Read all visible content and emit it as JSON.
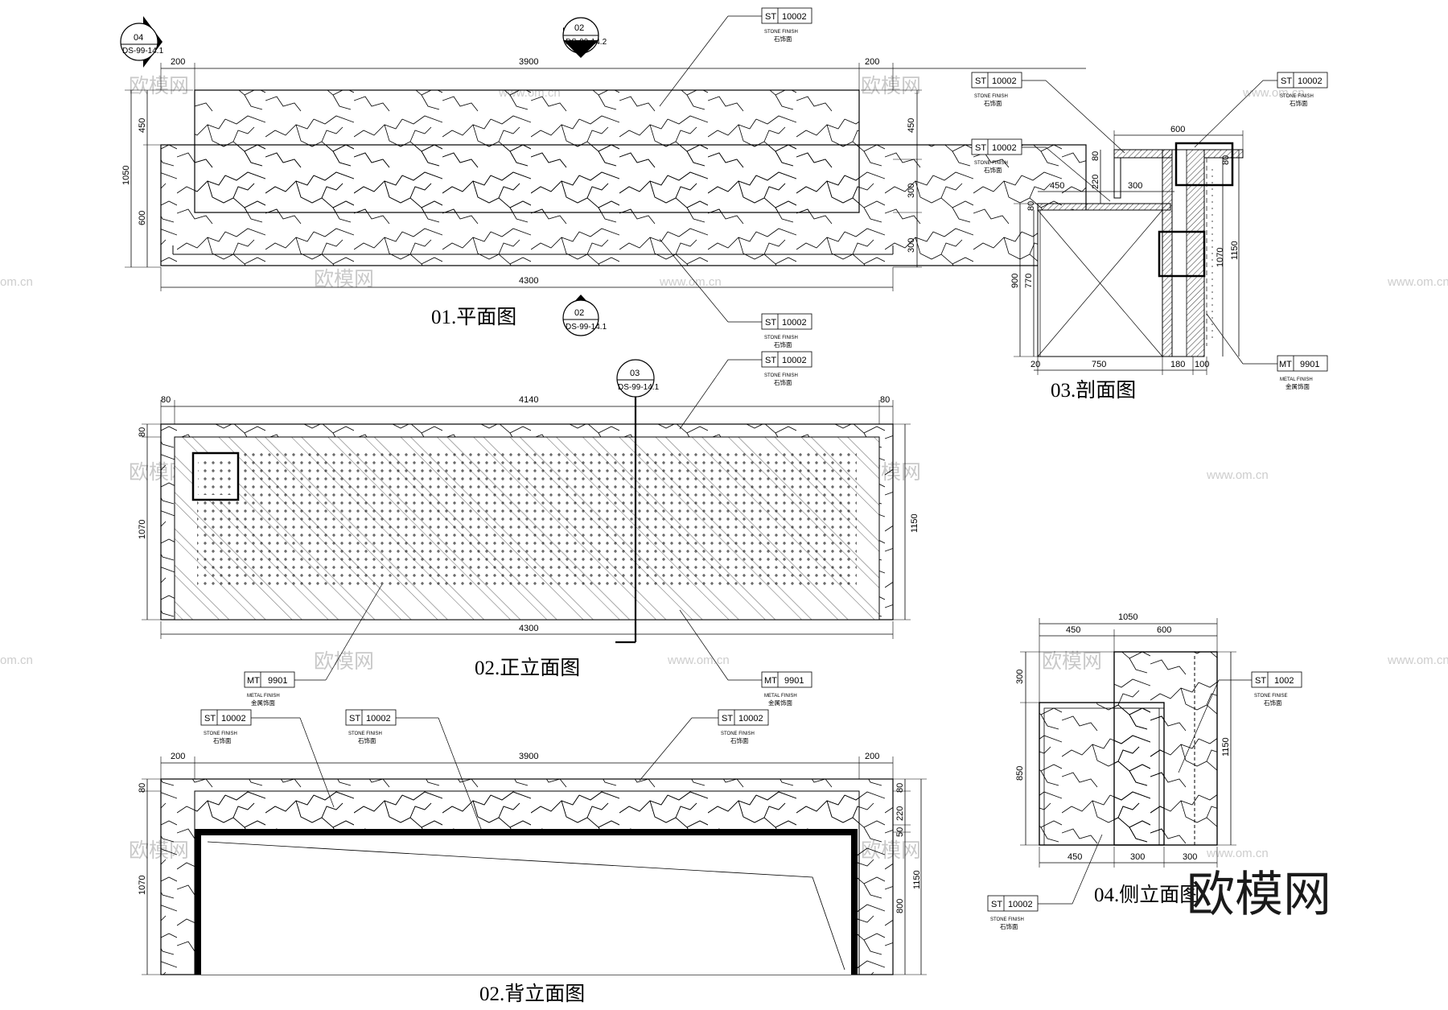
{
  "views": {
    "plan": {
      "title": "01.平面图",
      "dims": {
        "top_l": "200",
        "top_m": "3900",
        "top_r": "200",
        "bottom": "4300",
        "left_total": "1050",
        "left_top": "450",
        "left_bot": "600",
        "right_1": "450",
        "right_2": "300",
        "right_3": "300"
      }
    },
    "front": {
      "title": "02.正立面图",
      "dims": {
        "top_l": "80",
        "top_m": "4140",
        "top_r": "80",
        "bottom": "4300",
        "left_top": "80",
        "left": "1070",
        "right": "1150"
      }
    },
    "back": {
      "title": "02.背立面图",
      "dims": {
        "top_l": "200",
        "top_m": "3900",
        "top_r": "200",
        "left_top": "80",
        "left": "1070",
        "r_80": "80",
        "r_220": "220",
        "r_50": "50",
        "r_800": "800",
        "r_1150": "1150"
      }
    },
    "section": {
      "title": "03.剖面图",
      "dims": {
        "top": "600",
        "d450": "450",
        "d300": "300",
        "d220": "220",
        "d80a": "80",
        "d80b": "80",
        "d80c": "80",
        "d900": "900",
        "d770": "770",
        "d1070": "1070",
        "d1150": "1150",
        "b20": "20",
        "b750": "750",
        "b180": "180",
        "b100": "100"
      }
    },
    "side": {
      "title": "04.侧立面图",
      "dims": {
        "top": "1050",
        "t450": "450",
        "t600": "600",
        "l300": "300",
        "l850": "850",
        "r1150": "1150",
        "b450": "450",
        "b300a": "300",
        "b300b": "300"
      }
    }
  },
  "callouts": {
    "c02_plan_top": {
      "num": "02",
      "ref": "DS-99-14.2"
    },
    "c04_plan": {
      "num": "04",
      "ref": "DS-99-14.1"
    },
    "c02_plan_bottom": {
      "num": "02",
      "ref": "DS-99-14.1"
    },
    "c03_front": {
      "num": "03",
      "ref": "DS-99-14.1"
    }
  },
  "tags": {
    "stone": {
      "code": "ST",
      "num": "10002",
      "en": "STONE FINISH",
      "cn": "石饰面"
    },
    "stone_short": {
      "code": "ST",
      "num": "1002",
      "en": "STONE FINISE",
      "cn": "石饰面"
    },
    "metal": {
      "code": "MT",
      "num": "9901",
      "en": "METAL FINISH",
      "cn": "金属饰面"
    }
  },
  "watermarks": {
    "brand": "欧模网",
    "url": "www.om.cn",
    "url_short": "om.cn",
    "big": "欧模网"
  },
  "colors": {
    "line": "#000000",
    "watermark": "#c9c9c9"
  }
}
